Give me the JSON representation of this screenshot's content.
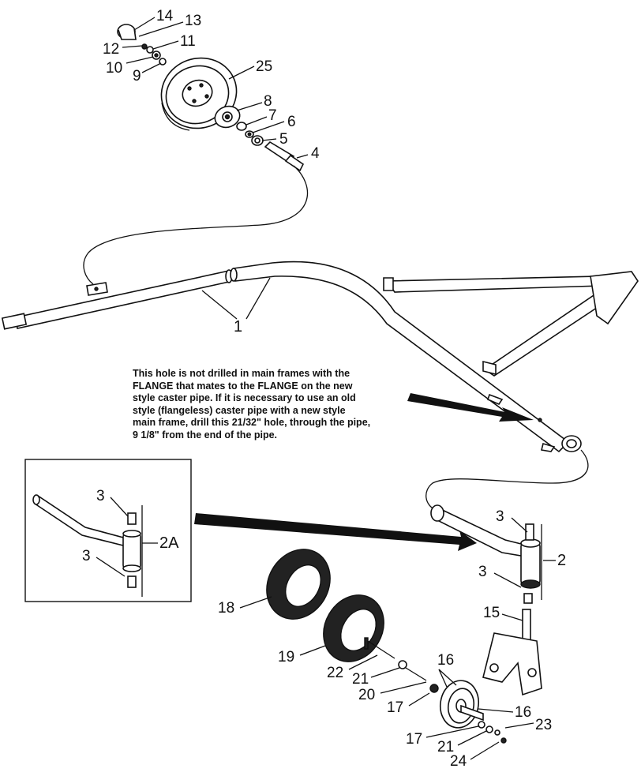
{
  "note_lines": [
    "This hole is not drilled in main frames with the",
    "FLANGE that mates to the FLANGE on the new",
    "style caster pipe. If it is necessary to use an old",
    "style (flangeless) caster pipe with a new style",
    "main frame, drill this 21/32\" hole, through the pipe,",
    "9 1/8\" from the end of the pipe."
  ],
  "callouts": {
    "c14": "14",
    "c13": "13",
    "c12": "12",
    "c11": "11",
    "c10": "10",
    "c9": "9",
    "c25": "25",
    "c8": "8",
    "c7": "7",
    "c6": "6",
    "c5": "5",
    "c4": "4",
    "c1": "1",
    "c3a": "3",
    "c3b": "3",
    "c2a": "2A",
    "c3c": "3",
    "c3d": "3",
    "c2": "2",
    "c15": "15",
    "c18": "18",
    "c19": "19",
    "c16a": "16",
    "c22": "22",
    "c21a": "21",
    "c20": "20",
    "c17a": "17",
    "c16b": "16",
    "c23": "23",
    "c17b": "17",
    "c21b": "21",
    "c24": "24"
  }
}
